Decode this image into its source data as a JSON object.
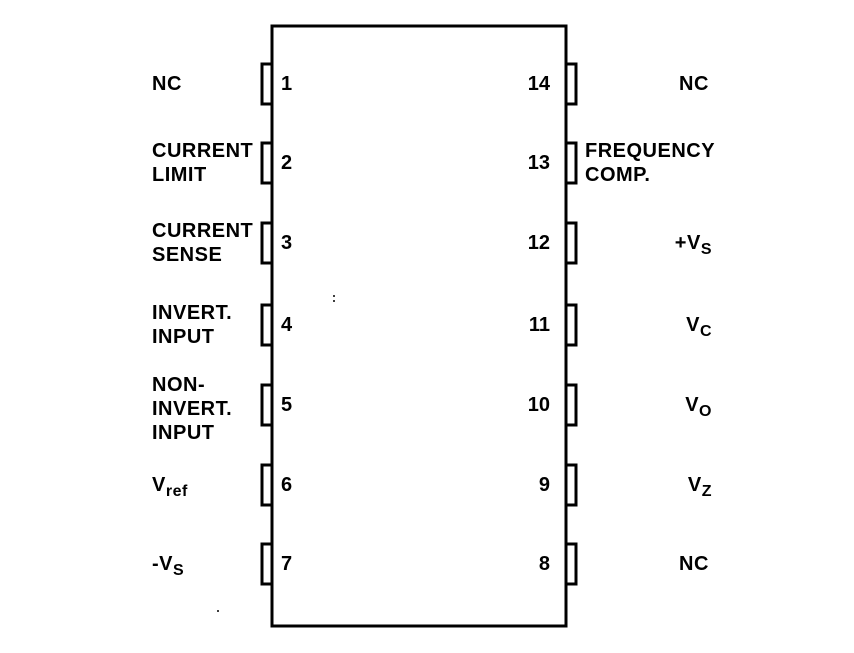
{
  "left_pins": [
    {
      "number": "1",
      "label_lines": [
        "NC"
      ]
    },
    {
      "number": "2",
      "label_lines": [
        "CURRENT",
        "LIMIT"
      ]
    },
    {
      "number": "3",
      "label_lines": [
        "CURRENT",
        "SENSE"
      ]
    },
    {
      "number": "4",
      "label_lines": [
        "INVERT.",
        "INPUT"
      ]
    },
    {
      "number": "5",
      "label_lines": [
        "NON-",
        "INVERT.",
        "INPUT"
      ]
    },
    {
      "number": "6",
      "label_main": "V",
      "label_sub": "ref"
    },
    {
      "number": "7",
      "label_main": "-V",
      "label_sub": "S"
    }
  ],
  "right_pins": [
    {
      "number": "14",
      "label_lines": [
        "NC"
      ]
    },
    {
      "number": "13",
      "label_lines": [
        "FREQUENCY",
        "COMP."
      ]
    },
    {
      "number": "12",
      "label_main": "+V",
      "label_sub": "S"
    },
    {
      "number": "11",
      "label_main": "V",
      "label_sub": "C"
    },
    {
      "number": "10",
      "label_main": "V",
      "label_sub": "O"
    },
    {
      "number": "9",
      "label_main": "V",
      "label_sub": "Z"
    },
    {
      "number": "8",
      "label_lines": [
        "NC"
      ]
    }
  ]
}
